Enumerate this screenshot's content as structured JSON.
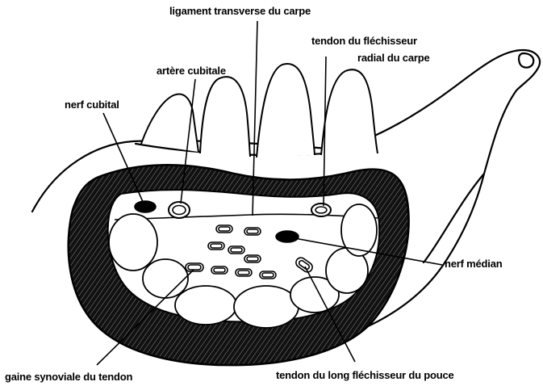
{
  "labels": {
    "ligament": "ligament transverse du carpe",
    "tendon_flechisseur_line1": "tendon du fléchisseur",
    "tendon_flechisseur_line2": "radial du carpe",
    "artere_cubitale": "artère cubitale",
    "nerf_cubital": "nerf cubital",
    "nerf_median": "nerf médian",
    "gaine_synoviale": "gaine synoviale du tendon",
    "tendon_long_flechisseur": "tendon du long fléchisseur du pouce"
  },
  "colors": {
    "ink": "#000000",
    "paper": "#ffffff",
    "tunnel_fill": "#1a1a1a"
  }
}
